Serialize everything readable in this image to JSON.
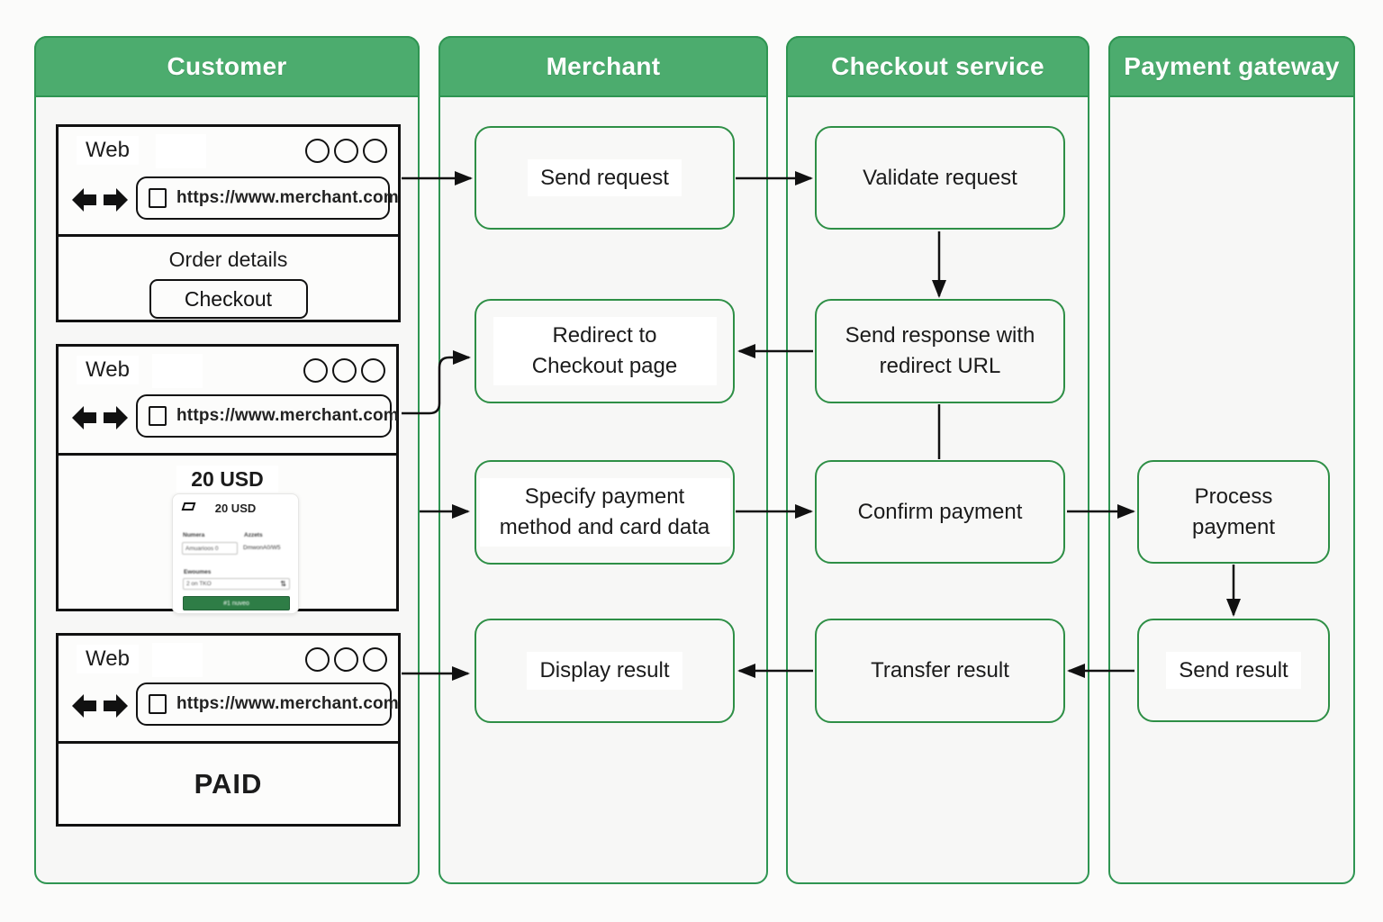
{
  "lanes": [
    {
      "title": "Customer"
    },
    {
      "title": "Merchant"
    },
    {
      "title": "Checkout service"
    },
    {
      "title": "Payment gateway"
    }
  ],
  "customer": {
    "browsers": [
      {
        "window_label": "Web",
        "url": "https://www.merchant.com",
        "page_title": "Order details",
        "button_label": "Checkout"
      },
      {
        "window_label": "Web",
        "url": "https://www.merchant.com",
        "amount_heading": "20 USD",
        "payment_card": {
          "amount": "20 USD",
          "field1_label": "Numera",
          "field1_value": "Amuarioos 0",
          "field2_label": "Azzets",
          "field2_value": "DmwonA0/W5",
          "field3_label": "Ewoumes",
          "field3_value": "2 on TKO",
          "stepper_icon": "up-down-stepper",
          "pay_button_label": "#1 nuveo"
        }
      },
      {
        "window_label": "Web",
        "url": "https://www.merchant.com",
        "status": "PAID"
      }
    ]
  },
  "merchant": {
    "boxes": [
      "Send request",
      "Redirect to Checkout page",
      "Specify payment method and card data",
      "Display result"
    ]
  },
  "checkout_service": {
    "boxes": [
      "Validate request",
      "Send response with redirect URL",
      "Confirm payment",
      "Transfer result"
    ]
  },
  "payment_gateway": {
    "boxes": [
      "Process payment",
      "Send result"
    ]
  },
  "colors": {
    "lane_header_green": "#4cac6e",
    "lane_border_green": "#2f9552",
    "flow_box_border_green": "#2e8f46",
    "pay_button_green": "#2e7d46",
    "arrow_black": "#111111",
    "panel_background": "#f7f7f6"
  }
}
